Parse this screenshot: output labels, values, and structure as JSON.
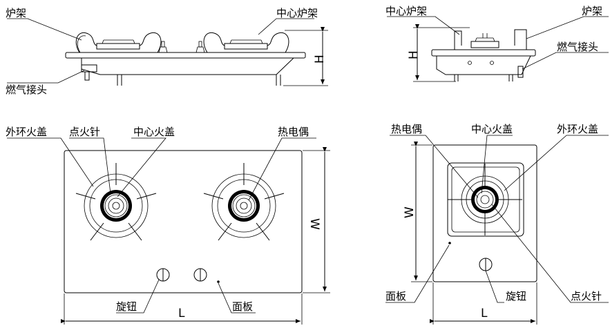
{
  "labels": {
    "stand_left_top": "炉架",
    "gas_inlet_left": "燃气接头",
    "center_stand_top": "中心炉架",
    "center_stand_right": "中心炉架",
    "stand_right": "炉架",
    "gas_inlet_right": "燃气接头",
    "outer_cap_left": "外环火盖",
    "igniter_left": "点火针",
    "center_cap_left": "中心火盖",
    "thermocouple_left": "热电偶",
    "knob_left": "旋钮",
    "panel_left": "面板",
    "thermocouple_right": "热电偶",
    "center_cap_right": "中心火盖",
    "outer_cap_right": "外环火盖",
    "panel_right": "面板",
    "knob_right": "旋钮",
    "igniter_right": "点火针"
  },
  "dimensions": {
    "h_left": "H",
    "h_right": "H",
    "w_left": "W",
    "w_right": "W",
    "l_left": "L",
    "l_right": "L"
  }
}
